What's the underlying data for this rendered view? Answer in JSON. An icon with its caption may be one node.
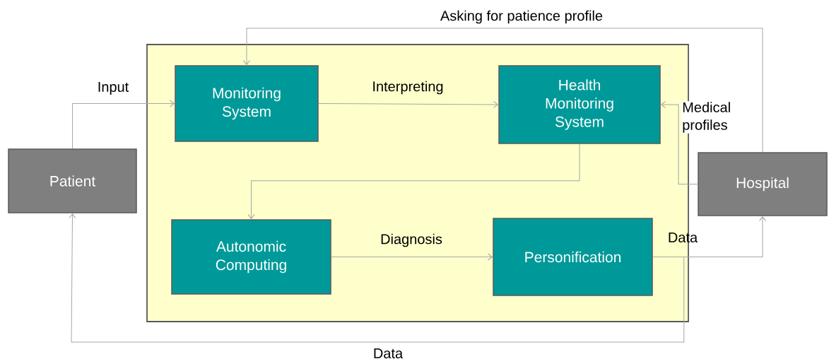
{
  "diagram": {
    "nodes": [
      {
        "text": [
          "Patient"
        ]
      },
      {
        "text": [],
        "shape": "box"
      },
      {
        "text": [
          "Monitoring System"
        ],
        "in": 1
      },
      {
        "text": [
          "Health Monitoring System"
        ],
        "in": 1
      },
      {
        "text": [
          "Autonomic Computing"
        ],
        "in": 1
      },
      {
        "text": [
          "Personification"
        ],
        "in": 1
      },
      {
        "text": [
          "Hospital"
        ]
      }
    ],
    "edges": [
      {
        "from": 0,
        "to": 2,
        "arrow": "to",
        "label": "Input"
      },
      {
        "from": 2,
        "to": 3,
        "arrow": "to",
        "label": "Interpreting"
      },
      {
        "from": 3,
        "to": 4,
        "arrow": "to"
      },
      {
        "from": 4,
        "to": 5,
        "arrow": "to",
        "label": "Diagnosis"
      },
      {
        "from": 5,
        "to": 6,
        "arrow": "to",
        "label": "Data"
      },
      {
        "from": 5,
        "to": 0,
        "arrow": "to",
        "label": "Data"
      },
      {
        "from": 6,
        "to": 3,
        "arrow": "to",
        "label": "Medical profiles"
      },
      {
        "from": 6,
        "to": 2,
        "arrow": "to",
        "label": "Asking for patience profile"
      }
    ]
  }
}
